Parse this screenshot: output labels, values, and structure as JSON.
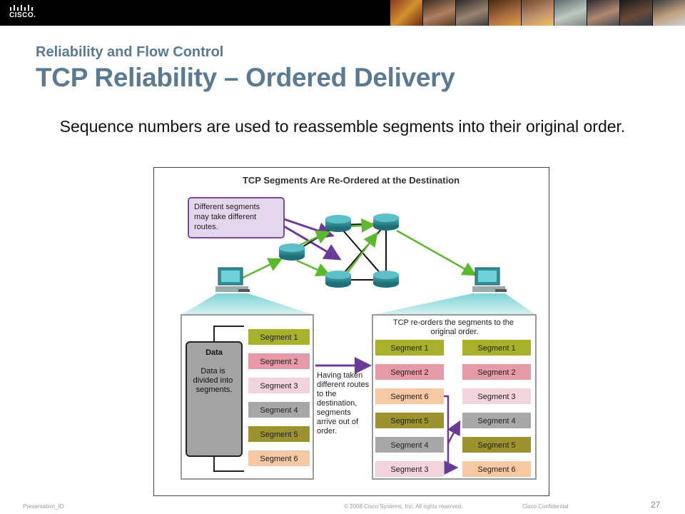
{
  "header": {
    "logo_text": "CISCO."
  },
  "slide": {
    "subtitle": "Reliability and Flow Control",
    "title": "TCP Reliability – Ordered Delivery",
    "body": "Sequence numbers are used to reassemble segments into their original order."
  },
  "figure": {
    "title": "TCP Segments Are Re-Ordered at the Destination",
    "callout_routes": [
      "Different segments",
      "may take different",
      "routes."
    ],
    "data_box": {
      "heading": "Data",
      "text": [
        "Data is",
        "divided into",
        "segments."
      ]
    },
    "source_segments": [
      "Segment 1",
      "Segment 2",
      "Segment 3",
      "Segment 4",
      "Segment 5",
      "Segment 6"
    ],
    "transit_note": [
      "Having taken",
      "different routes",
      "to the",
      "destination,",
      "segments",
      "arrive out of",
      "order."
    ],
    "reorder_note": [
      "TCP re-orders the segments to the",
      "original order."
    ],
    "arrived_segments": [
      "Segment 1",
      "Segment 2",
      "Segment 6",
      "Segment 5",
      "Segment 4",
      "Segment 3"
    ],
    "reordered_segments": [
      "Segment 1",
      "Segment 2",
      "Segment 3",
      "Segment 4",
      "Segment 5",
      "Segment 6"
    ],
    "segment_colors": {
      "Segment 1": "#a8b02c",
      "Segment 2": "#e59aa6",
      "Segment 3": "#f3d3dc",
      "Segment 4": "#a7a7a7",
      "Segment 5": "#9c9230",
      "Segment 6": "#f6c8a4"
    }
  },
  "footer": {
    "presentation_id": "Presentation_ID",
    "copyright": "© 2008 Cisco Systems, Inc. All rights reserved.",
    "confidential": "Cisco Confidential",
    "page_number": "27"
  }
}
